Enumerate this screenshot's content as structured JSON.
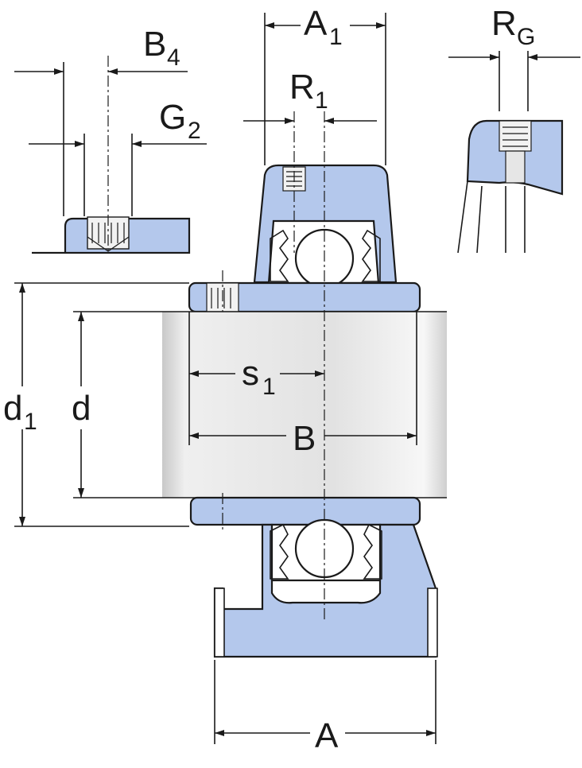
{
  "labels": {
    "A1": {
      "main": "A",
      "sub": "1"
    },
    "RG": {
      "main": "R",
      "sub": "G"
    },
    "B4": {
      "main": "B",
      "sub": "4"
    },
    "R1": {
      "main": "R",
      "sub": "1"
    },
    "G2": {
      "main": "G",
      "sub": "2"
    },
    "d1": {
      "main": "d",
      "sub": "1"
    },
    "d": {
      "main": "d"
    },
    "s1": {
      "main": "s",
      "sub": "1"
    },
    "B": {
      "main": "B"
    },
    "A": {
      "main": "A"
    }
  },
  "colors": {
    "housing": "#b4c8ec",
    "shaft_light": "#f4f4f4",
    "shaft_dark": "#c9c9c9",
    "line": "#1a1a1a"
  }
}
